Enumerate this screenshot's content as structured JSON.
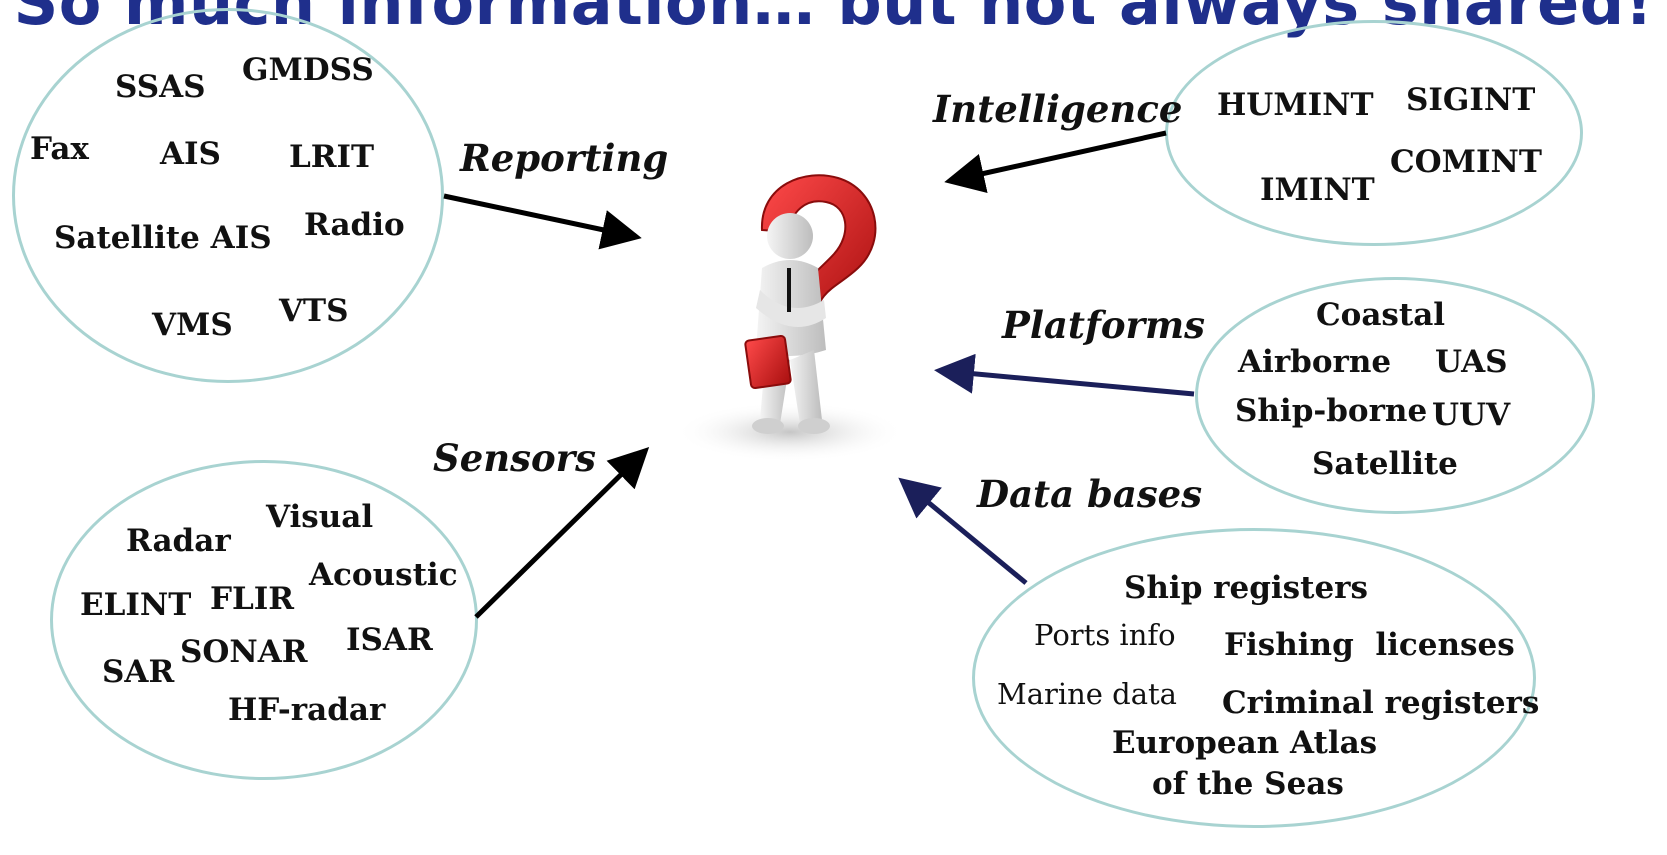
{
  "title": "So much information… but not always shared!",
  "center_figure": "question-mark-person",
  "groups": {
    "reporting": {
      "label": "Reporting",
      "items": [
        "SSAS",
        "GMDSS",
        "Fax",
        "AIS",
        "LRIT",
        "Satellite AIS",
        "Radio",
        "VMS",
        "VTS"
      ]
    },
    "intelligence": {
      "label": "Intelligence",
      "items": [
        "HUMINT",
        "SIGINT",
        "IMINT",
        "COMINT"
      ]
    },
    "platforms": {
      "label": "Platforms",
      "items": [
        "Coastal",
        "Airborne",
        "UAS",
        "Ship-borne",
        "UUV",
        "Satellite"
      ]
    },
    "sensors": {
      "label": "Sensors",
      "items": [
        "Visual",
        "Radar",
        "Acoustic",
        "ELINT",
        "FLIR",
        "ISAR",
        "SAR",
        "SONAR",
        "HF-radar"
      ]
    },
    "databases": {
      "label": "Data bases",
      "items": [
        "Ship registers",
        "Ports info",
        "Fishing  licenses",
        "Marine data",
        "Criminal registers",
        "European Atlas",
        "of the Seas"
      ]
    }
  },
  "colors": {
    "title": "#1f2f8c",
    "ellipse_border": "#a8d3d1",
    "question_mark": "#d41f1f",
    "arrow_black": "#000000",
    "arrow_navy": "#1b1f5a"
  }
}
